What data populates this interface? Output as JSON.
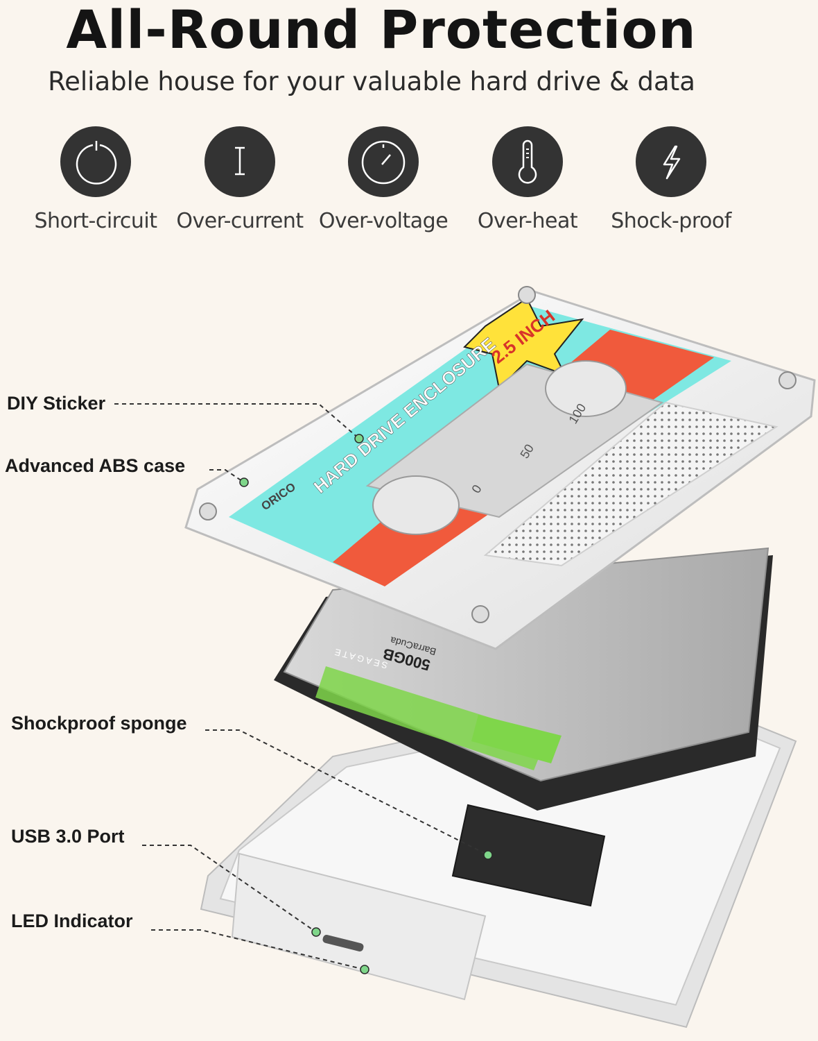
{
  "header": {
    "title": "All-Round Protection",
    "subtitle": "Reliable house for your valuable hard drive & data"
  },
  "features": [
    {
      "label": "Short-circuit",
      "icon": "power-icon"
    },
    {
      "label": "Over-current",
      "icon": "current-icon"
    },
    {
      "label": "Over-voltage",
      "icon": "gauge-icon"
    },
    {
      "label": "Over-heat",
      "icon": "thermometer-icon"
    },
    {
      "label": "Shock-proof",
      "icon": "lightning-icon"
    }
  ],
  "callouts": {
    "diy_sticker": "DIY Sticker",
    "abs_case": "Advanced ABS case",
    "sponge": "Shockproof sponge",
    "usb_port": "USB 3.0 Port",
    "led": "LED Indicator"
  },
  "sticker": {
    "brand": "ORICO",
    "badge": "2.5 INCH",
    "text": "HARD DRIVE ENCLOSURE",
    "scale_0": "0",
    "scale_50": "50",
    "scale_100": "100"
  },
  "drive": {
    "brand": "SEAGATE",
    "model": "BarraCuda",
    "capacity": "500GB"
  },
  "colors": {
    "background": "#faf5ee",
    "icon_circle": "#333333",
    "sticker_cyan": "#7ee8e2",
    "sticker_red": "#f05a3c",
    "badge_yellow": "#ffe23a",
    "drive_green": "#7fd64a",
    "dot_green": "#7fd68a"
  }
}
